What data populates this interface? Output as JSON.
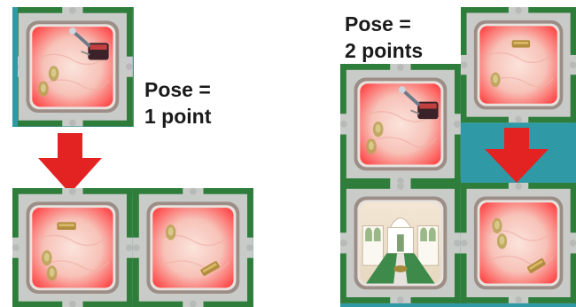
{
  "left": {
    "caption_line1": "Pose =",
    "caption_line2": "1 point"
  },
  "right": {
    "caption_line1": "Pose =",
    "caption_line2": "2 points"
  },
  "colors": {
    "teal": "#2f9aa6",
    "hedge": "#2e7d3a",
    "path": "#c9cbc9",
    "frame": "#9c8e86",
    "garden_center": "#f8d8d0",
    "garden_edge": "#ff5a5a",
    "arrow": "#e32222"
  },
  "tiles": {
    "left_top": "garden-tile-with-wheelbarrow",
    "left_bottom_1": "garden-tile-with-bench",
    "left_bottom_2": "garden-tile-with-bench",
    "right_top": "garden-tile-with-bench",
    "right_middle": "garden-tile-with-wheelbarrow",
    "right_bottom_1": "palace-tile",
    "right_bottom_2": "garden-tile-with-bench"
  }
}
